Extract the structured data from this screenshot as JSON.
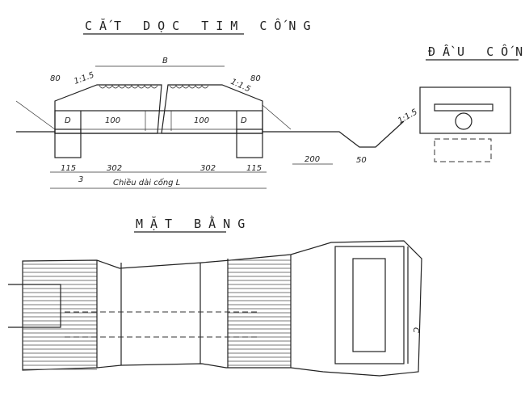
{
  "section_view": {
    "title": "CẮT DỌC TIM CỐNG",
    "width_label": "B",
    "berm_left": "80",
    "berm_right": "80",
    "slope_left": "1:1.5",
    "slope_right": "1:1.5",
    "pipe_left": "D",
    "pipe_right": "D",
    "seg_left": "100",
    "seg_right": "100",
    "dims": [
      "115",
      "302",
      "302",
      "115"
    ],
    "gap": "3",
    "length_label": "Chiều dài cống L",
    "apron_length": "200",
    "ditch_width": "50",
    "ditch_slope": "1:1.5"
  },
  "head_view": {
    "title": "ĐẦU CỐNG"
  },
  "plan_view": {
    "title": "MẶT BẰNG",
    "side_label": "C"
  }
}
